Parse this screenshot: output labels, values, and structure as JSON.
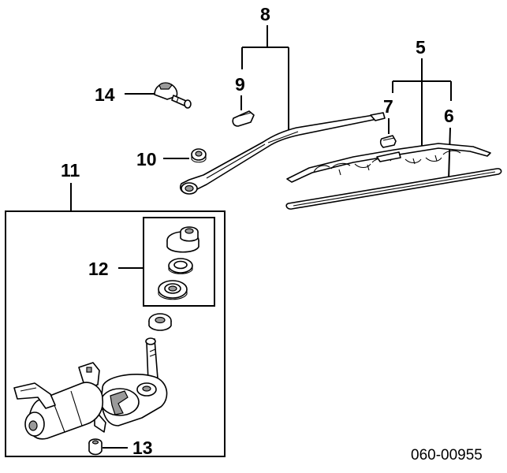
{
  "callouts": {
    "c5": "5",
    "c6": "6",
    "c7": "7",
    "c8": "8",
    "c9": "9",
    "c10": "10",
    "c11": "11",
    "c12": "12",
    "c13": "13",
    "c14": "14"
  },
  "document_id": "060-00955"
}
